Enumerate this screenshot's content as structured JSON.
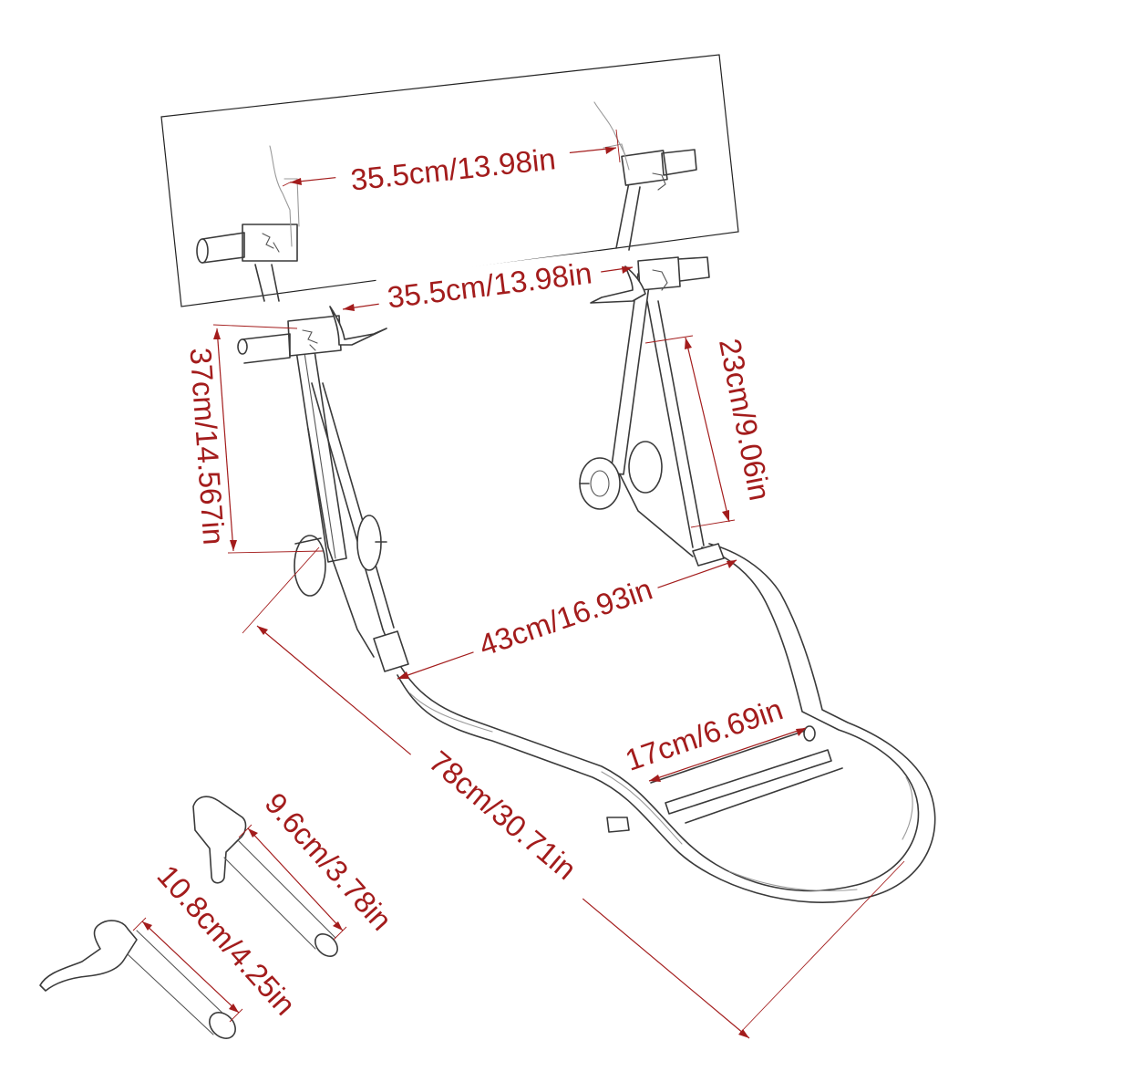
{
  "colors": {
    "dimension": "#a31c1c",
    "outline": "#3a3a3a",
    "background": "#ffffff"
  },
  "dimensions": {
    "inset_width": "35.5cm/13.98in",
    "top_width": "35.5cm/13.98in",
    "left_height": "37cm/14.567in",
    "right_height": "23cm/9.06in",
    "frame_width": "43cm/16.93in",
    "crossbar_width": "17cm/6.69in",
    "total_length": "78cm/30.71in",
    "adapter_v_length": "9.6cm/3.78in",
    "adapter_u_length": "10.8cm/4.25in"
  }
}
